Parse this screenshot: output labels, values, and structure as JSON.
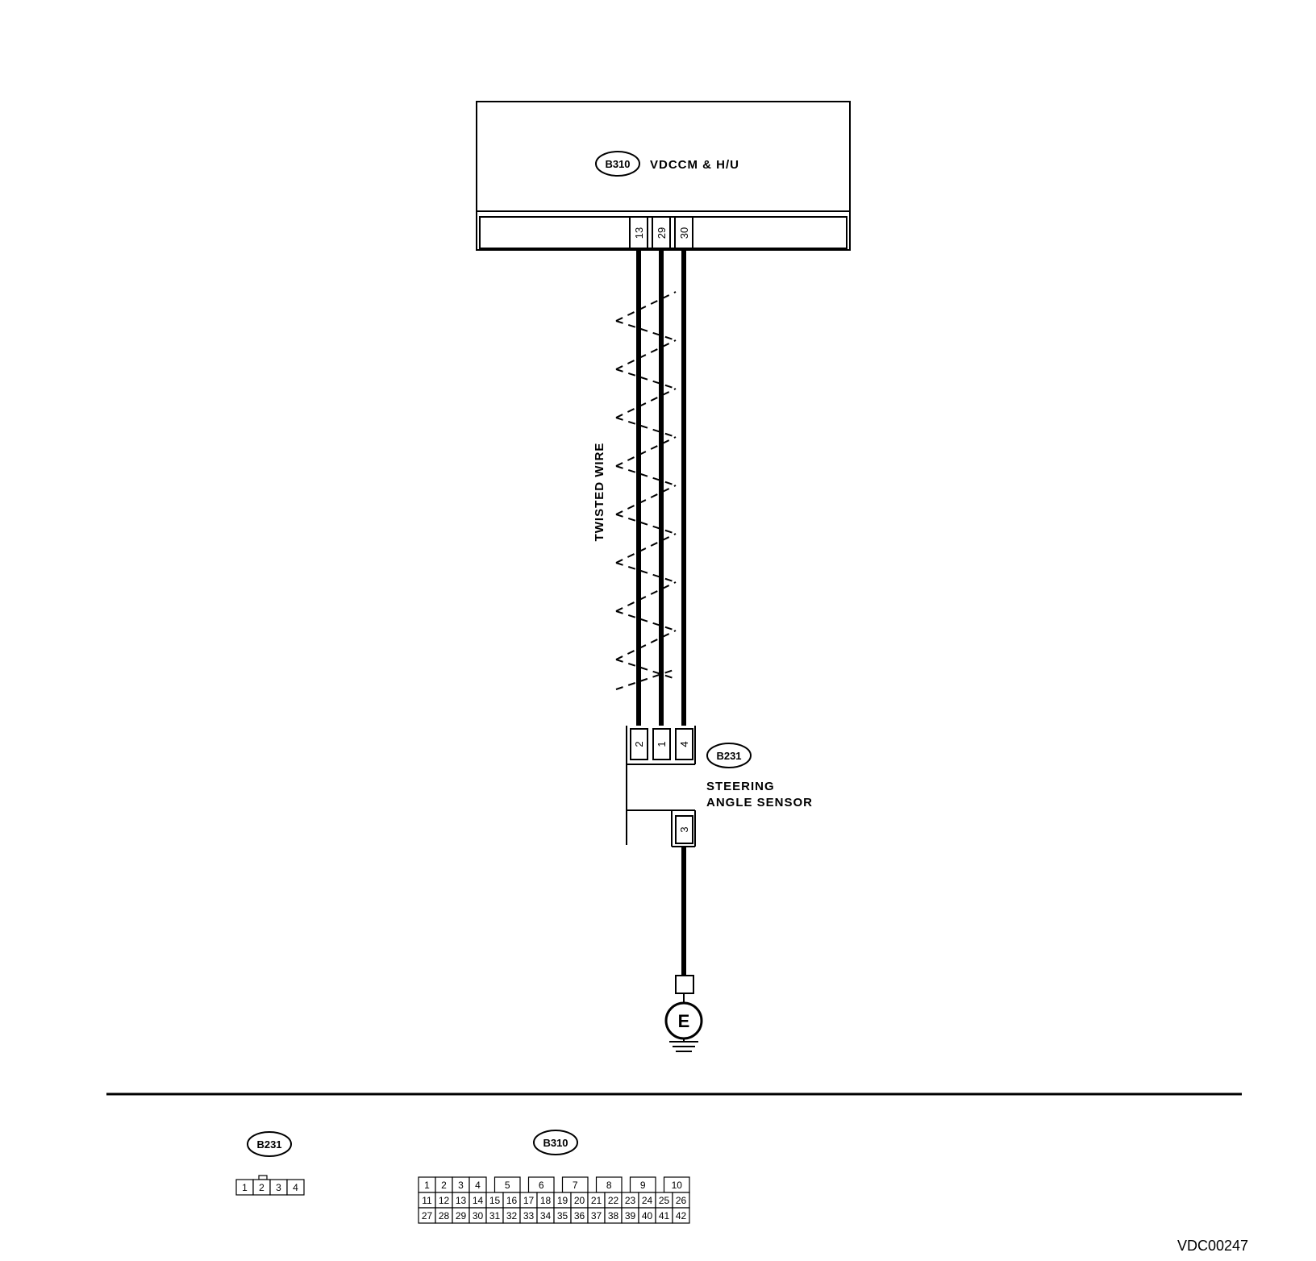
{
  "diagram_id": "VDC00247",
  "colors": {
    "line": "#000000",
    "background": "#ffffff"
  },
  "module": {
    "connector": "B310",
    "name": "VDCCM & H/U",
    "pins": [
      "13",
      "29",
      "30"
    ]
  },
  "twisted_wire_label": "TWISTED WIRE",
  "sensor": {
    "connector": "B231",
    "name_line1": "STEERING",
    "name_line2": "ANGLE SENSOR",
    "pins": [
      "2",
      "1",
      "4"
    ],
    "ground_pin": "3"
  },
  "ground": {
    "label": "E",
    "icon": "ground-icon"
  },
  "legend": {
    "b231": {
      "connector": "B231",
      "pins": [
        "1",
        "2",
        "3",
        "4"
      ]
    },
    "b310": {
      "connector": "B310",
      "rows": [
        [
          "1",
          "2",
          "3",
          "4",
          "5",
          "6",
          "7",
          "8",
          "9",
          "10"
        ],
        [
          "11",
          "12",
          "13",
          "14",
          "15",
          "16",
          "17",
          "18",
          "19",
          "20",
          "21",
          "22",
          "23",
          "24",
          "25",
          "26"
        ],
        [
          "27",
          "28",
          "29",
          "30",
          "31",
          "32",
          "33",
          "34",
          "35",
          "36",
          "37",
          "38",
          "39",
          "40",
          "41",
          "42"
        ]
      ]
    }
  }
}
